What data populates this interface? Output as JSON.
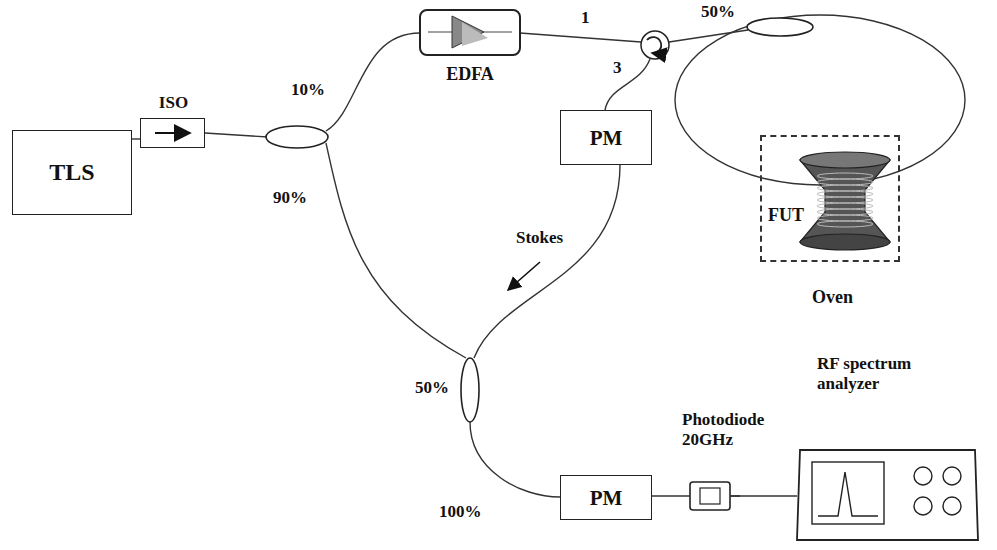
{
  "diagram": {
    "nodes": [
      {
        "text": [
          "TLS"
        ]
      },
      {
        "text": [
          "ISO"
        ]
      },
      {
        "text": [
          "EDFA"
        ]
      },
      {
        "text": [
          "PM"
        ]
      },
      {
        "text": [
          "FUT",
          "Oven"
        ]
      },
      {
        "text": [
          "PM"
        ]
      },
      {
        "text": [
          "Photodiode 20GHz"
        ]
      },
      {
        "text": [
          "RF spectrum analyzer"
        ]
      }
    ],
    "edges": [
      {
        "from": 0,
        "to": 1,
        "arrow": "none"
      },
      {
        "from": 5,
        "to": 6,
        "arrow": "none"
      },
      {
        "from": 6,
        "to": 7,
        "arrow": "none"
      }
    ],
    "labels": [
      "10%",
      "90%",
      "1",
      "3",
      "50%",
      "Stokes",
      "50%",
      "100%"
    ]
  }
}
